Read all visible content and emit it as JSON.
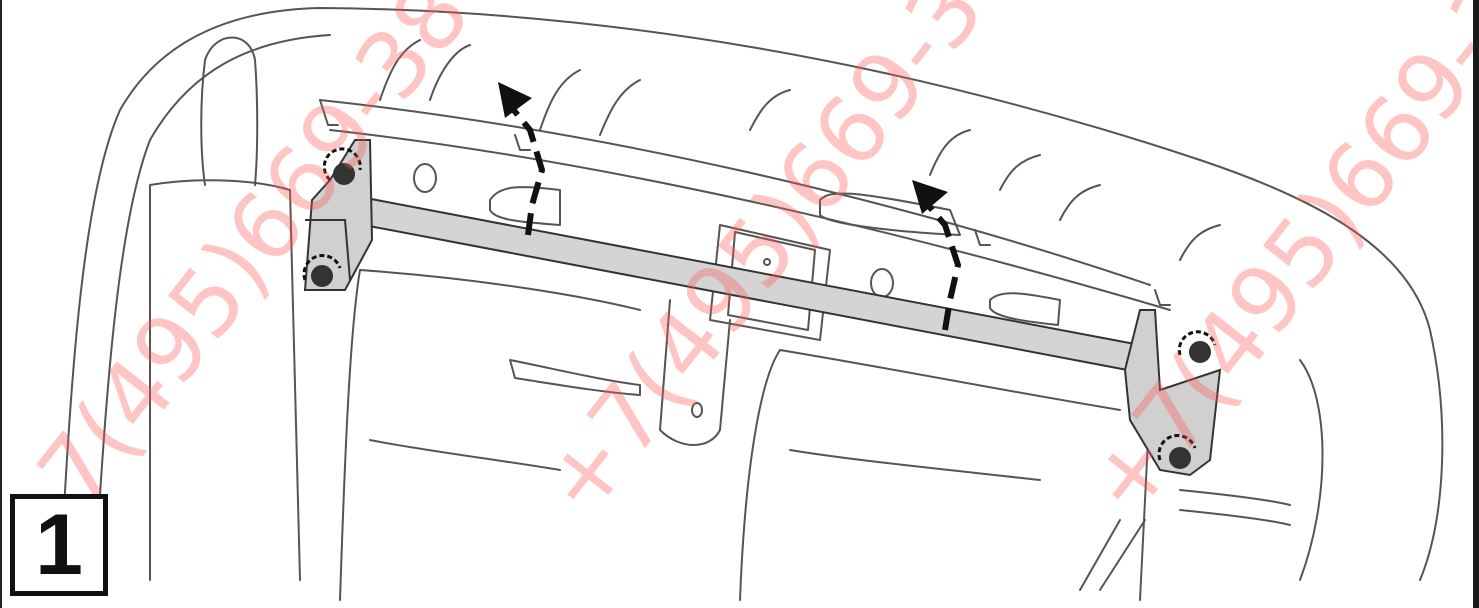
{
  "step": {
    "number": "1"
  },
  "watermark": {
    "text": "+7(495)669-38"
  },
  "colors": {
    "line": "#555555",
    "bar": "#d4d4d4",
    "arrow": "#111111",
    "watermark": "#ff5a5a"
  },
  "icons": [
    "lift-arrow-left",
    "lift-arrow-right",
    "rotate-arrow",
    "bolt-icon"
  ]
}
